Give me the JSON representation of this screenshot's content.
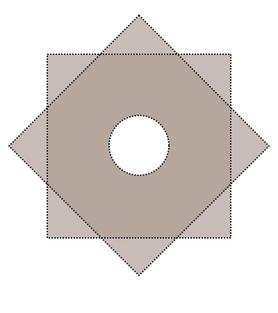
{
  "figure": {
    "fill_color": "#c7bcb8",
    "overlap_color": "#b5a79d",
    "outline_color": "#111111",
    "outline_style": "dotted",
    "hole_color": "#ffffff",
    "shapes": [
      {
        "kind": "square"
      },
      {
        "kind": "diamond"
      },
      {
        "kind": "circle-hole"
      }
    ]
  }
}
